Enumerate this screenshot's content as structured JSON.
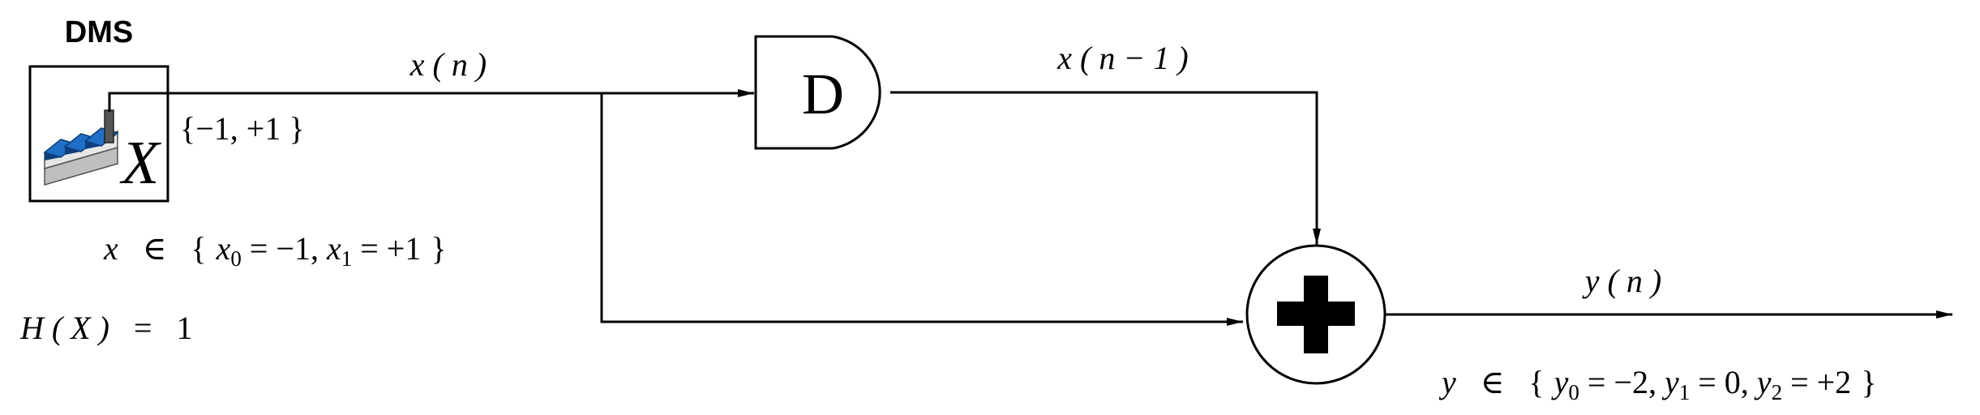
{
  "source": {
    "title": "DMS",
    "symbol": "X",
    "alphabet": "{−1, +1 }"
  },
  "signals": {
    "input": "x ( n )",
    "delayed": "x ( n − 1 )",
    "output": "y ( n )"
  },
  "delay_block": {
    "label": "D"
  },
  "adder": {
    "icon": "plus-icon"
  },
  "equations": {
    "x_set": {
      "var": "x",
      "in": "∈",
      "open": "{",
      "x0": "x",
      "x0_sub": "0",
      "x0_val": " = −1, ",
      "x1": "x",
      "x1_sub": "1",
      "x1_val": " = +1",
      "close": "}"
    },
    "entropy": {
      "func": "H",
      "arg": "( X )",
      "eq": "=",
      "value": "1"
    },
    "y_set": {
      "var": "y",
      "in": "∈",
      "open": "{",
      "y0": "y",
      "y0_sub": "0",
      "y0_val": " = −2, ",
      "y1": "y",
      "y1_sub": "1",
      "y1_val": " = 0, ",
      "y2": "y",
      "y2_sub": "2",
      "y2_val": " = +2",
      "close": "}"
    }
  },
  "colors": {
    "line": "#000000",
    "factory_blue": "#1f6fc7",
    "factory_dark": "#0d3f7a",
    "factory_grey": "#d9d9d9"
  }
}
